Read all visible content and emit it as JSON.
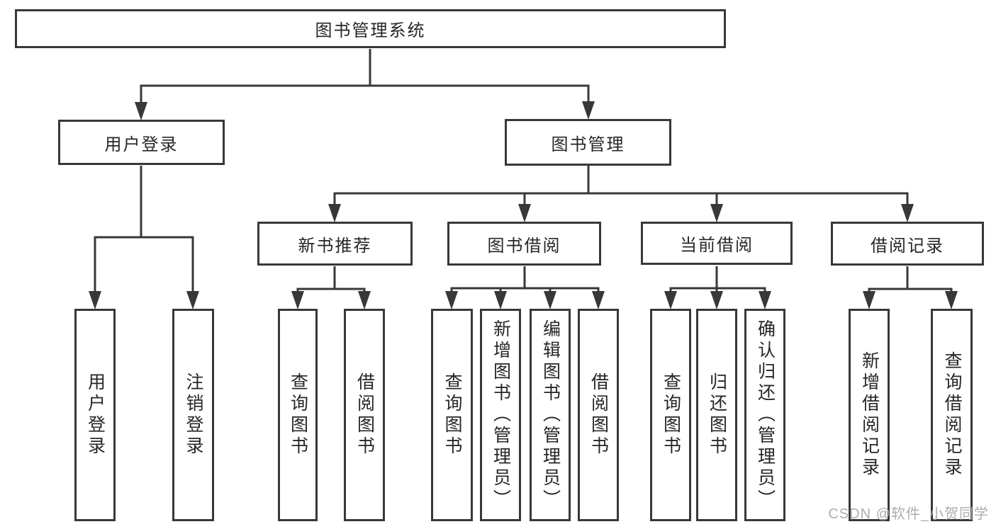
{
  "diagram_type": "hierarchy-tree",
  "tree": {
    "label": "图书管理系统",
    "children": [
      {
        "label": "用户登录",
        "children": [
          {
            "label": "用户登录"
          },
          {
            "label": "注销登录"
          }
        ]
      },
      {
        "label": "图书管理",
        "children": [
          {
            "label": "新书推荐",
            "children": [
              {
                "label": "查询图书"
              },
              {
                "label": "借阅图书"
              }
            ]
          },
          {
            "label": "图书借阅",
            "children": [
              {
                "label": "查询图书"
              },
              {
                "label": "新增图书（管理员）"
              },
              {
                "label": "编辑图书（管理员）"
              },
              {
                "label": "借阅图书"
              }
            ]
          },
          {
            "label": "当前借阅",
            "children": [
              {
                "label": "查询图书"
              },
              {
                "label": "归还图书"
              },
              {
                "label": "确认归还（管理员）"
              }
            ]
          },
          {
            "label": "借阅记录",
            "children": [
              {
                "label": "新增借阅记录"
              },
              {
                "label": "查询借阅记录"
              }
            ]
          }
        ]
      }
    ]
  },
  "watermark": {
    "text": "CSDN @软件_小贺同学"
  },
  "colors": {
    "line": "#383838",
    "box_border": "#383838",
    "text": "#262626",
    "background": "#ffffff",
    "watermark": "#a6a9b0"
  }
}
